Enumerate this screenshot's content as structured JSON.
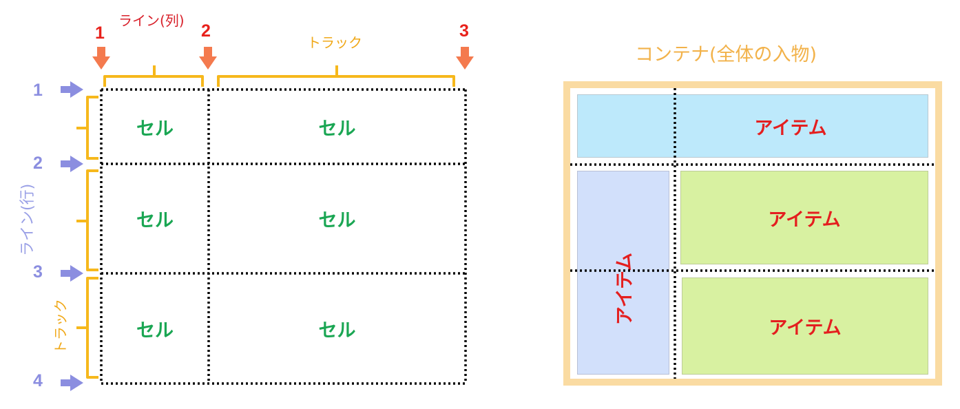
{
  "left_diagram": {
    "column_line_numbers": [
      "1",
      "2",
      "3"
    ],
    "row_line_numbers": [
      "1",
      "2",
      "3",
      "4"
    ],
    "column_line_label": "ライン(列)",
    "column_track_label": "トラック",
    "row_line_label": "ライン(行)",
    "row_track_label": "トラック",
    "cells": [
      "セル",
      "セル",
      "セル",
      "セル",
      "セル",
      "セル"
    ]
  },
  "right_diagram": {
    "container_title": "コンテナ(全体の入物)",
    "items": [
      "アイテム",
      "アイテム",
      "アイテム",
      "アイテム"
    ]
  },
  "colors": {
    "line_number_col": "#e8211b",
    "line_number_row": "#8b8ee0",
    "arrow_col": "#f47a4e",
    "arrow_row": "#8b8ee0",
    "bracket": "#f6b81c",
    "cell_text": "#1aa653",
    "item_text": "#e41f1f",
    "container_border": "#fadba2",
    "item_blue": "#bde9fb",
    "item_lavender": "#d2e0fb",
    "item_green": "#d8f1a1"
  }
}
